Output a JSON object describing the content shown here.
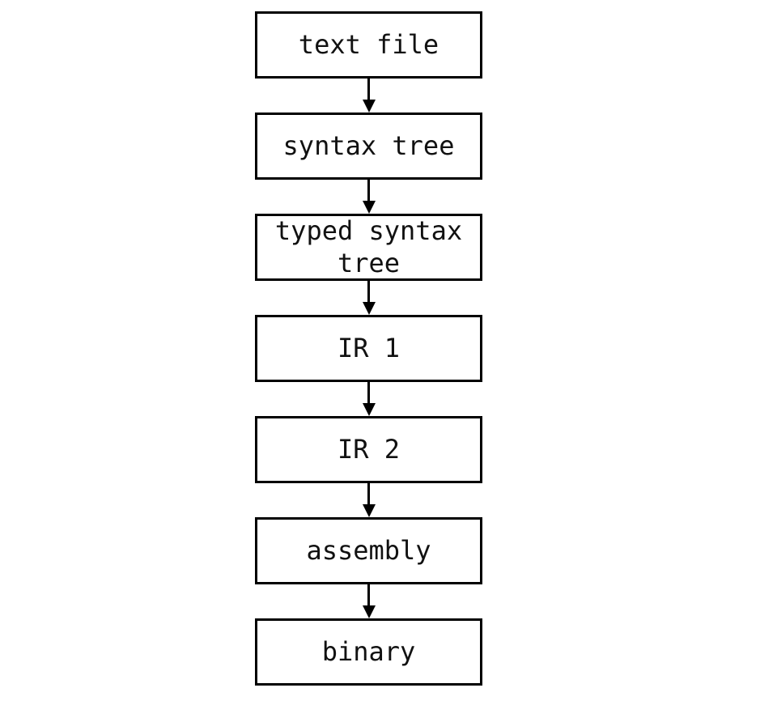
{
  "diagram": {
    "type": "flowchart",
    "direction": "top-down",
    "nodes": [
      {
        "label": "text file"
      },
      {
        "label": "syntax tree"
      },
      {
        "label": "typed syntax tree"
      },
      {
        "label": "IR 1"
      },
      {
        "label": "IR 2"
      },
      {
        "label": "assembly"
      },
      {
        "label": "binary"
      }
    ],
    "edges": [
      {
        "from": "text file",
        "to": "syntax tree"
      },
      {
        "from": "syntax tree",
        "to": "typed syntax tree"
      },
      {
        "from": "typed syntax tree",
        "to": "IR 1"
      },
      {
        "from": "IR 1",
        "to": "IR 2"
      },
      {
        "from": "IR 2",
        "to": "assembly"
      },
      {
        "from": "assembly",
        "to": "binary"
      }
    ],
    "colors": {
      "background": "#ffffff",
      "box_border": "#000000",
      "box_fill": "#ffffff",
      "text": "#111111",
      "arrow": "#000000"
    }
  }
}
